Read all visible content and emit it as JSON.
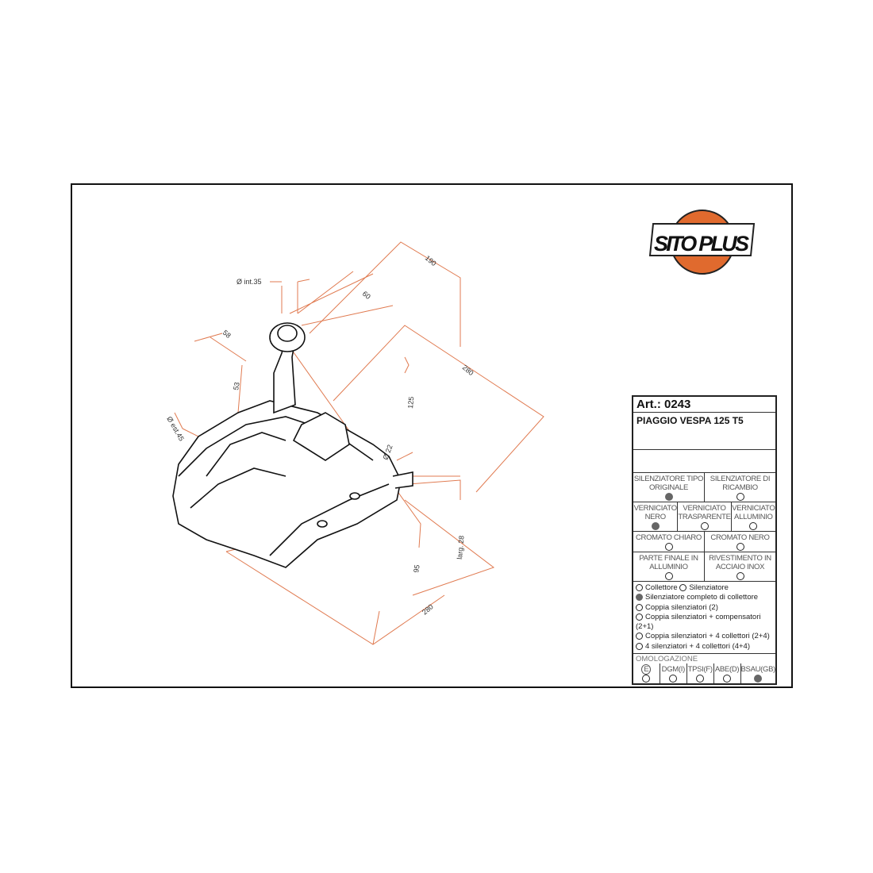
{
  "logo": {
    "text": "SITO PLUS",
    "color": "#e06a2e"
  },
  "dimensions": {
    "int35": "Ø int.35",
    "d60": "60",
    "d190": "190",
    "d58": "58",
    "d53": "53",
    "d280_top": "280",
    "d125": "125",
    "est45": "Ø est.45",
    "d22": "Ø 22",
    "larg28": "larg. 28",
    "d95": "95",
    "d280_bottom": "280"
  },
  "colors": {
    "dimension": "#e07a50"
  },
  "spec": {
    "art_label": "Art.:",
    "art_number": "0243",
    "model": "PIAGGIO VESPA 125 T5",
    "type": [
      {
        "label": "SILENZIATORE TIPO ORIGINALE",
        "checked": true
      },
      {
        "label": "SILENZIATORE DI RICAMBIO",
        "checked": false
      }
    ],
    "finish1": [
      {
        "label": "VERNICIATO NERO",
        "checked": true
      },
      {
        "label": "VERNICIATO TRASPARENTE",
        "checked": false
      },
      {
        "label": "VERNICIATO ALLUMINIO",
        "checked": false
      }
    ],
    "finish2": [
      {
        "label": "CROMATO CHIARO",
        "checked": false
      },
      {
        "label": "CROMATO NERO",
        "checked": false
      }
    ],
    "finish3": [
      {
        "label": "PARTE FINALE IN ALLUMINIO",
        "checked": false
      },
      {
        "label": "RIVESTIMENTO IN ACCIAIO INOX",
        "checked": false
      }
    ],
    "options": {
      "collettore": "Collettore",
      "silenziatore": "Silenziatore",
      "completo": "Silenziatore completo di collettore",
      "coppia": "Coppia silenziatori (2)",
      "coppia_comp": "Coppia silenziatori + compensatori (2+1)",
      "coppia_4": "Coppia silenziatori + 4 collettori (2+4)",
      "quattro": "4 silenziatori + 4 collettori (4+4)"
    },
    "homologation_title": "OMOLOGAZIONE",
    "homologation": [
      {
        "label": "E",
        "checked": false
      },
      {
        "label": "DGM(I)",
        "checked": false
      },
      {
        "label": "TPSI(F)",
        "checked": false
      },
      {
        "label": "ABE(D)",
        "checked": false
      },
      {
        "label": "BSAU(GB)",
        "checked": true
      }
    ]
  }
}
